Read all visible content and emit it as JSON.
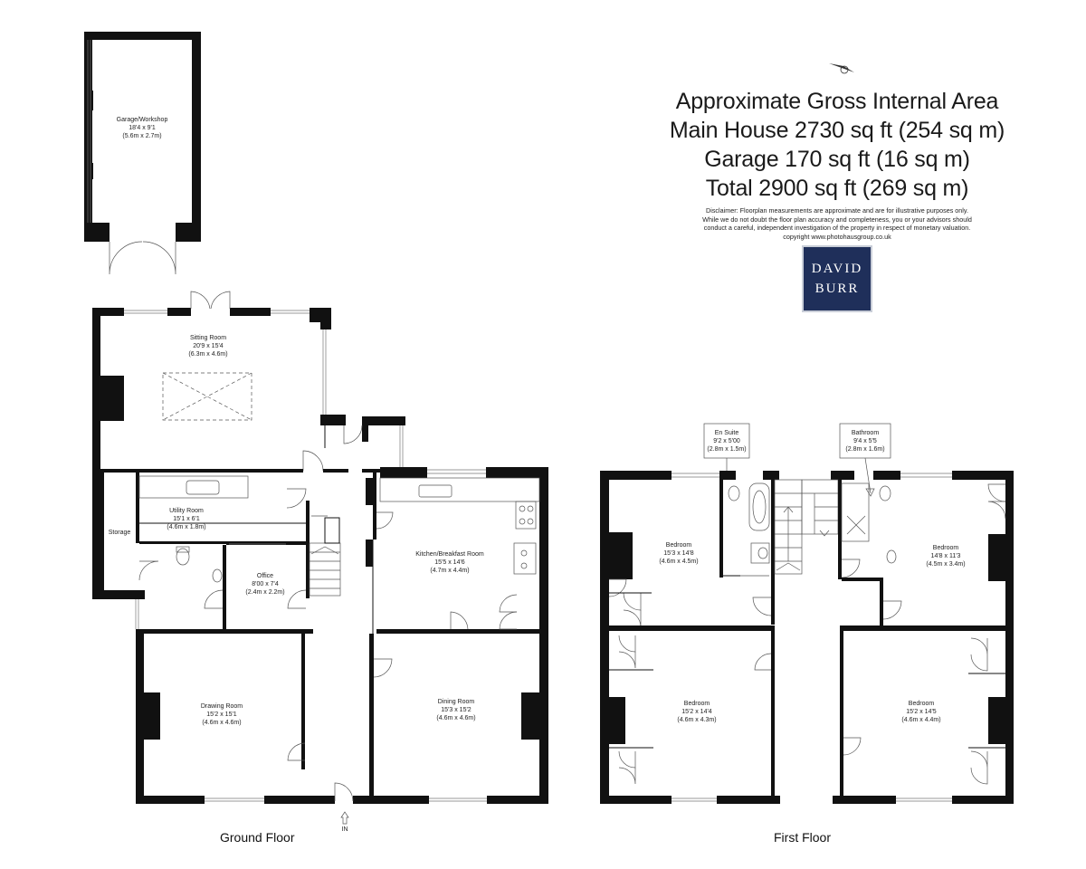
{
  "area": {
    "heading": "Approximate Gross Internal Area",
    "main_house": "Main House 2730 sq ft (254 sq m)",
    "garage": "Garage 170 sq ft (16 sq m)",
    "total": "Total 2900 sq ft (269 sq m)",
    "disclaimer": [
      "Disclaimer: Floorplan measurements are approximate and are for illustrative purposes only.",
      "While we do not doubt the floor plan accuracy and completeness, you or your advisors should",
      "conduct a careful, independent investigation of the property in respect of monetary valuation.",
      "copyright www.photohausgroup.co.uk"
    ]
  },
  "logo": {
    "line1": "DAVID",
    "line2": "BURR"
  },
  "floors": {
    "ground": "Ground Floor",
    "first": "First Floor",
    "entrance": "IN"
  },
  "rooms": {
    "garage": {
      "name": "Garage/Workshop",
      "dims": "18'4 x 9'1",
      "metric": "(5.6m x 2.7m)"
    },
    "sitting": {
      "name": "Sitting Room",
      "dims": "20'9 x 15'4",
      "metric": "(6.3m x 4.6m)"
    },
    "utility": {
      "name": "Utility Room",
      "dims": "15'1 x 6'1",
      "metric": "(4.6m x 1.8m)"
    },
    "storage": {
      "name": "Storage"
    },
    "office": {
      "name": "Office",
      "dims": "8'00 x 7'4",
      "metric": "(2.4m x 2.2m)"
    },
    "kitchen": {
      "name": "Kitchen/Breakfast Room",
      "dims": "15'5 x 14'6",
      "metric": "(4.7m x 4.4m)"
    },
    "drawing": {
      "name": "Drawing Room",
      "dims": "15'2 x 15'1",
      "metric": "(4.6m x 4.6m)"
    },
    "dining": {
      "name": "Dining Room",
      "dims": "15'3 x 15'2",
      "metric": "(4.6m x 4.6m)"
    },
    "ensuite": {
      "name": "En Suite",
      "dims": "9'2 x 5'00",
      "metric": "(2.8m x 1.5m)"
    },
    "bathroom": {
      "name": "Bathroom",
      "dims": "9'4 x 5'5",
      "metric": "(2.8m x 1.6m)"
    },
    "bed1": {
      "name": "Bedroom",
      "dims": "15'3 x 14'8",
      "metric": "(4.6m x 4.5m)"
    },
    "bed2": {
      "name": "Bedroom",
      "dims": "14'8 x 11'3",
      "metric": "(4.5m x 3.4m)"
    },
    "bed3": {
      "name": "Bedroom",
      "dims": "15'2 x 14'4",
      "metric": "(4.6m x 4.3m)"
    },
    "bed4": {
      "name": "Bedroom",
      "dims": "15'2 x 14'5",
      "metric": "(4.6m x 4.4m)"
    }
  }
}
